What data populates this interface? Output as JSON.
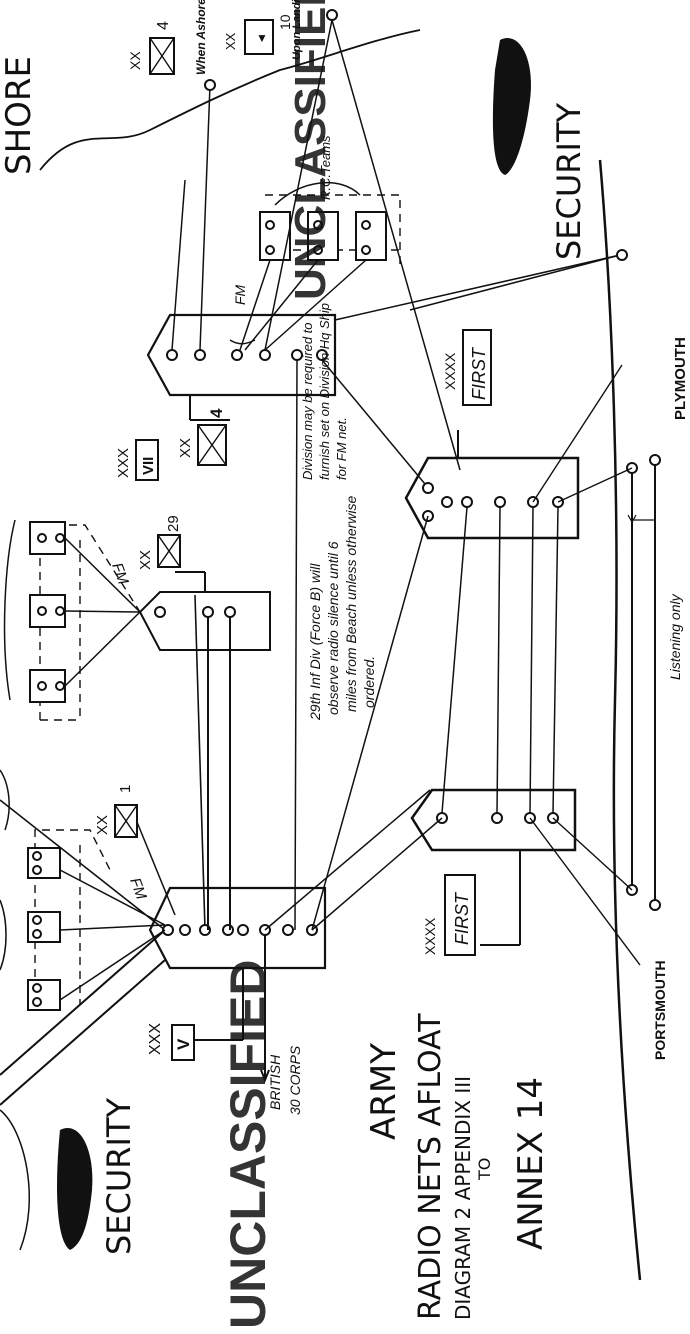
{
  "title": {
    "line1": "ARMY",
    "line2": "RADIO NETS AFLOAT",
    "line3": "DIAGRAM 2   APPENDIX III",
    "line4": "TO",
    "line5": "ANNEX 14"
  },
  "stamps": {
    "security": "SECURITY",
    "shore": "SHORE",
    "unclassified": "UNCLASSIFIED"
  },
  "units": {
    "corps_v": {
      "echelon": "XXX",
      "designation": "V"
    },
    "corps_vii": {
      "echelon": "XXX",
      "designation": "VII"
    },
    "div_1": {
      "echelon": "XX",
      "number": "1"
    },
    "div_29": {
      "echelon": "XX",
      "number": "29"
    },
    "div_4": {
      "echelon": "XX",
      "number": "4"
    },
    "div_4_ashore": {
      "echelon": "XX",
      "number": "4",
      "note": "When Ashore"
    },
    "div_10": {
      "echelon": "XX",
      "number": "10",
      "note": "Upon Landing"
    },
    "army_first_left": {
      "echelon": "XXXX",
      "designation": "FIRST"
    },
    "army_first_right": {
      "echelon": "XXXX",
      "designation": "FIRST"
    }
  },
  "labels": {
    "fm": "FM",
    "rc_teams": "R.C.Teams",
    "british": "BRITISH",
    "corps_30": "30 CORPS",
    "portsmouth": "PORTSMOUTH",
    "plymouth": "PLYMOUTH",
    "listening_only": "Listening only"
  },
  "notes": {
    "division_ship": {
      "l1": "Division may be required to",
      "l2": "furnish set on Division Hq Ship",
      "l3": "for FM net."
    },
    "silence": {
      "l1": "29th Inf Div (Force B) will",
      "l2": "observe radio silence until 6",
      "l3": "miles from Beach unless otherwise",
      "l4": "ordered."
    }
  },
  "colors": {
    "ink": "#111111",
    "paper": "#ffffff",
    "stamp": "#6a6a6a"
  }
}
